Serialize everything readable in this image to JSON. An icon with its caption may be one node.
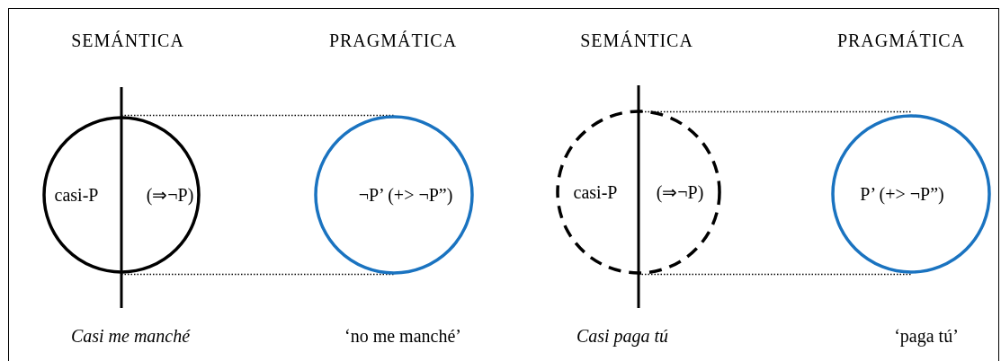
{
  "diagram": {
    "nodes": [
      {
        "text": [
          "casi-P",
          "(⇒¬P)"
        ],
        "beside": [
          "SEMÁNTICA",
          "Casi me manché"
        ]
      },
      {
        "text": [
          "¬P’ (+> ¬P”)"
        ],
        "beside": [
          "PRAGMÁTICA",
          "‘no me manché’"
        ]
      },
      {
        "text": [
          "casi-P",
          "(⇒¬P)"
        ],
        "beside": [
          "SEMÁNTICA",
          "Casi paga tú"
        ]
      },
      {
        "text": [
          "P’ (+> ¬P”)"
        ],
        "beside": [
          "PRAGMÁTICA",
          "‘paga tú’"
        ]
      }
    ],
    "edges": [
      {
        "from": 0,
        "to": 1,
        "arrow": "none",
        "style": "dashed"
      },
      {
        "from": 0,
        "to": 1,
        "arrow": "none",
        "style": "dashed"
      },
      {
        "from": 2,
        "to": 3,
        "arrow": "none",
        "style": "dashed"
      },
      {
        "from": 2,
        "to": 3,
        "arrow": "none",
        "style": "dashed"
      }
    ]
  }
}
